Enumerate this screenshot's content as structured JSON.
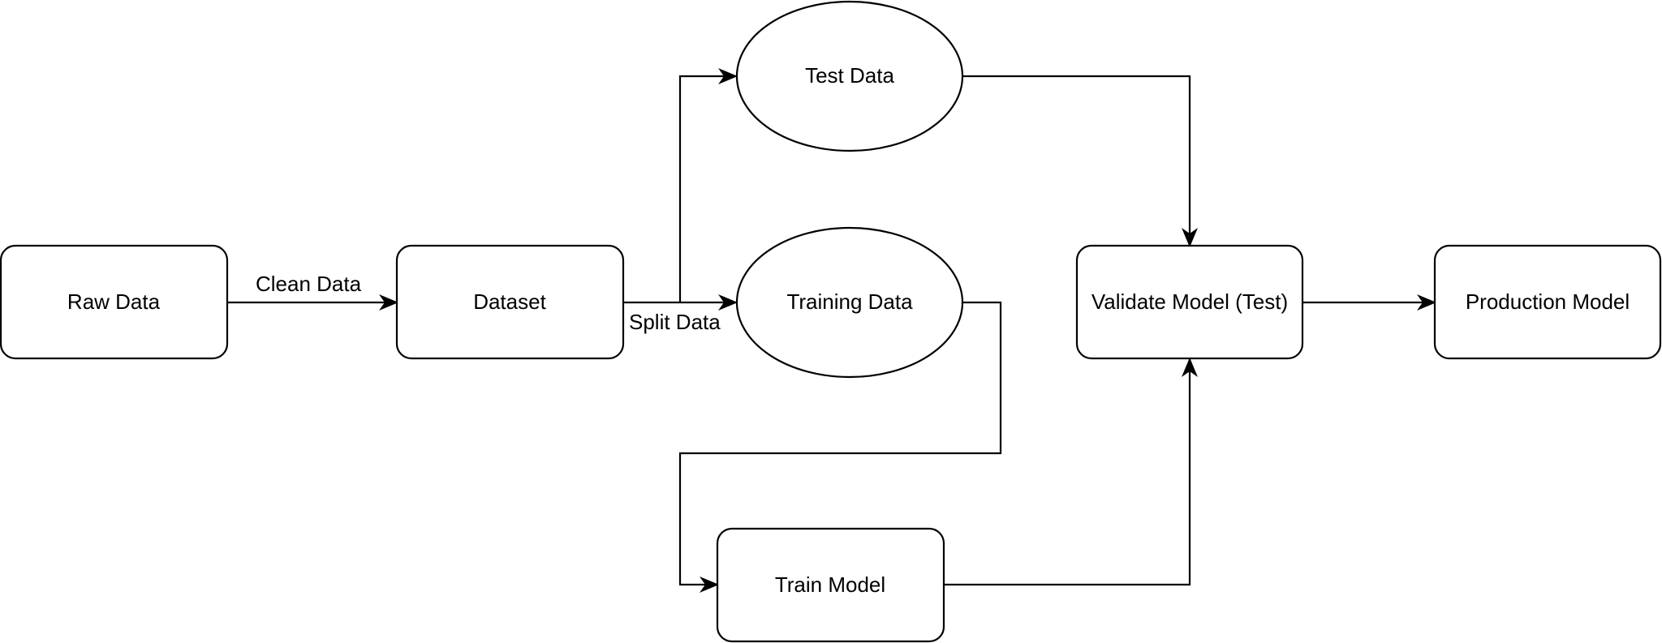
{
  "nodes": {
    "raw_data": "Raw Data",
    "dataset": "Dataset",
    "test_data": "Test Data",
    "training_data": "Training Data",
    "validate_model": "Validate Model (Test)",
    "production_model": "Production Model",
    "train_model": "Train Model"
  },
  "edges": {
    "clean_data": "Clean Data",
    "split_data": "Split Data"
  },
  "colors": {
    "stroke": "#000000",
    "fill": "#ffffff",
    "text": "#000000"
  }
}
